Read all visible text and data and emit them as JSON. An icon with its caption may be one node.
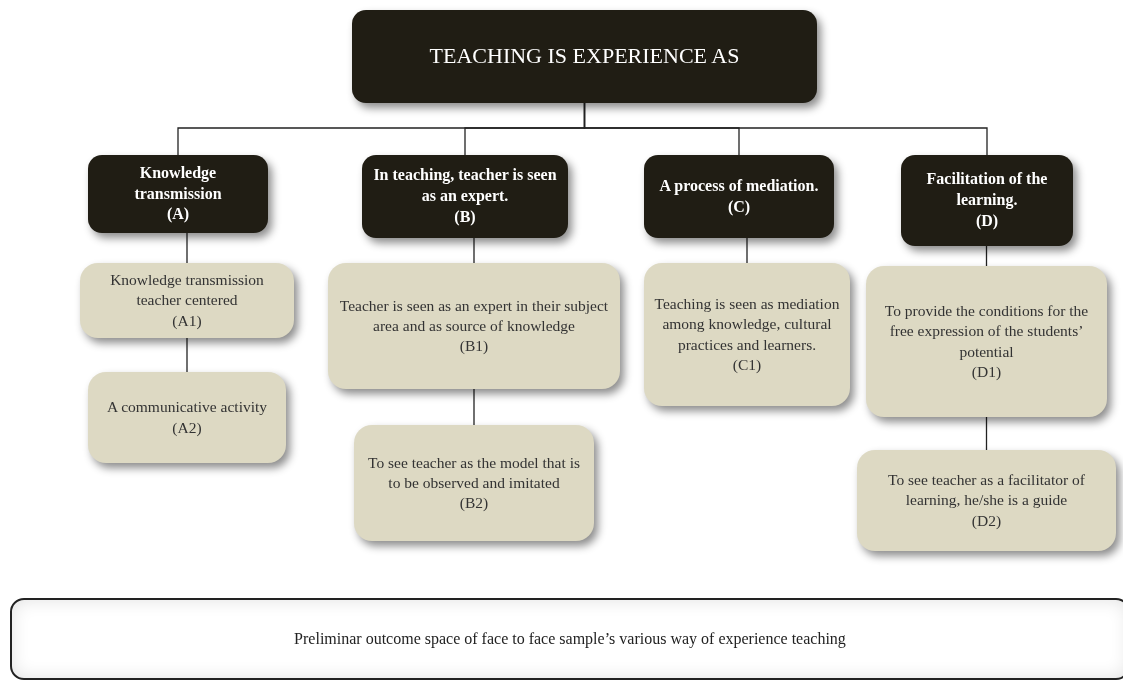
{
  "diagram": {
    "caption": "Preliminar outcome space of face to face sample’s various way of experience teaching",
    "nodes": [
      {
        "text": [
          "TEACHING IS EXPERIENCE AS"
        ]
      },
      {
        "text": [
          "Knowledge transmission",
          "(A)"
        ]
      },
      {
        "text": [
          "In teaching, teacher is seen as an expert.",
          "(B)"
        ]
      },
      {
        "text": [
          "A process of mediation.",
          "(C)"
        ]
      },
      {
        "text": [
          "Facilitation of the learning.",
          "(D)"
        ]
      },
      {
        "text": [
          "Knowledge transmission teacher centered",
          "(A1)"
        ]
      },
      {
        "text": [
          "A communicative activity",
          "(A2)"
        ]
      },
      {
        "text": [
          "Teacher is seen as an expert in their subject area and as source of knowledge",
          "(B1)"
        ]
      },
      {
        "text": [
          "To see teacher as the model that is to be observed and imitated",
          "(B2)"
        ]
      },
      {
        "text": [
          "Teaching is seen as mediation among knowledge, cultural practices and learners.",
          "(C1)"
        ]
      },
      {
        "text": [
          "To provide the conditions for the free expression of the students’ potential",
          "(D1)"
        ]
      },
      {
        "text": [
          "To see teacher as a facilitator of learning, he/she is a guide",
          "(D2)"
        ]
      }
    ],
    "edges": [
      {
        "from": 0,
        "to": 1,
        "arrow": "none"
      },
      {
        "from": 0,
        "to": 2,
        "arrow": "none"
      },
      {
        "from": 0,
        "to": 3,
        "arrow": "none"
      },
      {
        "from": 0,
        "to": 4,
        "arrow": "none"
      },
      {
        "from": 1,
        "to": 5,
        "arrow": "none"
      },
      {
        "from": 5,
        "to": 6,
        "arrow": "none"
      },
      {
        "from": 2,
        "to": 7,
        "arrow": "none"
      },
      {
        "from": 7,
        "to": 8,
        "arrow": "none"
      },
      {
        "from": 3,
        "to": 9,
        "arrow": "none"
      },
      {
        "from": 4,
        "to": 10,
        "arrow": "none"
      },
      {
        "from": 10,
        "to": 11,
        "arrow": "none"
      }
    ]
  }
}
